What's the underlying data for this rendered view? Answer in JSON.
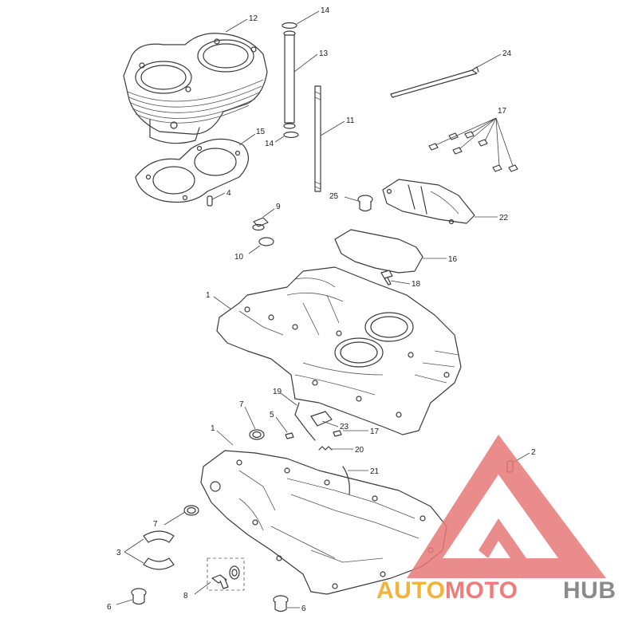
{
  "diagram": {
    "callouts": [
      "12",
      "14",
      "13",
      "24",
      "11",
      "17",
      "15",
      "14",
      "4",
      "25",
      "22",
      "9",
      "10",
      "16",
      "18",
      "1",
      "19",
      "7",
      "5",
      "23",
      "17",
      "20",
      "2",
      "1",
      "21",
      "7",
      "3",
      "8",
      "6",
      "6"
    ]
  },
  "watermark": {
    "text_a": "AUTO",
    "text_b": "MOTO",
    "text_c": "HUB",
    "colors": {
      "triangle": "#e87878",
      "auto": "#f3b23a",
      "moto": "#ef7b7b",
      "hub": "#8b8b8b"
    }
  }
}
